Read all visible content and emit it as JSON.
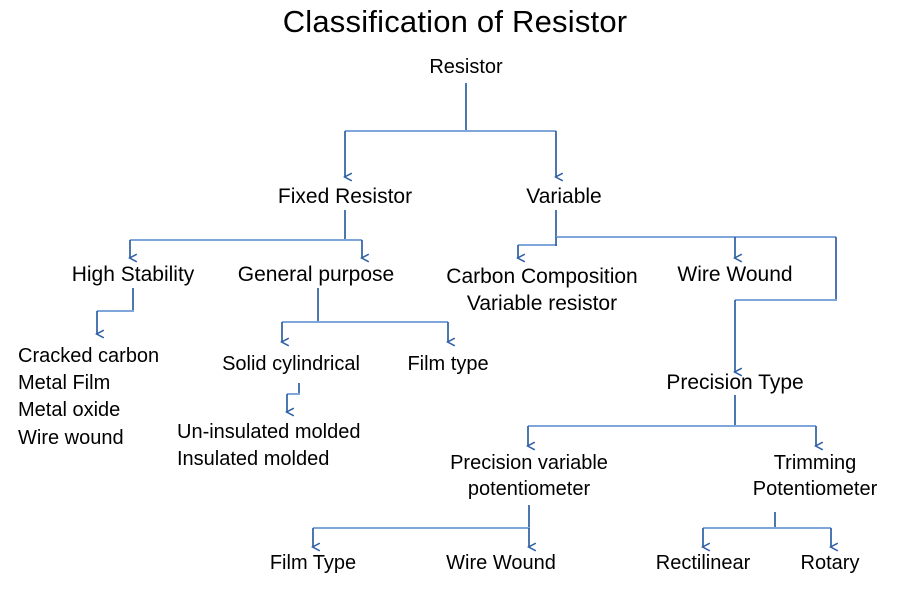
{
  "title": "Classification of Resistor",
  "colors": {
    "background": "#ffffff",
    "text": "#000000",
    "connector_vertical": "#2e5fa3",
    "connector_horizontal": "#7fa6d9",
    "arrow": "#2e5fa3"
  },
  "diagram": {
    "type": "tree",
    "root": "Resistor",
    "nodes": {
      "resistor": "Resistor",
      "fixed_resistor": "Fixed Resistor",
      "variable": "Variable",
      "high_stability": "High Stability",
      "general_purpose": "General purpose",
      "carbon_composition_line1": "Carbon Composition",
      "carbon_composition_line2": "Variable resistor",
      "wire_wound_variable": "Wire Wound",
      "cracked_carbon": "Cracked carbon",
      "metal_film": "Metal Film",
      "metal_oxide": "Metal oxide",
      "wire_wound_leaf": "Wire wound",
      "solid_cylindrical": "Solid cylindrical",
      "film_type_general": "Film type",
      "un_insulated_molded": "Un-insulated molded",
      "insulated_molded": "Insulated molded",
      "precision_type": "Precision Type",
      "precision_variable_line1": "Precision variable",
      "precision_variable_line2": "potentiometer",
      "trimming_line1": "Trimming",
      "trimming_line2": "Potentiometer",
      "film_type_bottom": "Film Type",
      "wire_wound_bottom": "Wire Wound",
      "rectilinear": "Rectilinear",
      "rotary": "Rotary"
    },
    "edges": [
      {
        "from": "resistor",
        "to": "fixed_resistor"
      },
      {
        "from": "resistor",
        "to": "variable"
      },
      {
        "from": "fixed_resistor",
        "to": "high_stability"
      },
      {
        "from": "fixed_resistor",
        "to": "general_purpose"
      },
      {
        "from": "variable",
        "to": "carbon_composition_line1"
      },
      {
        "from": "variable",
        "to": "wire_wound_variable"
      },
      {
        "from": "variable",
        "to": "precision_type"
      },
      {
        "from": "high_stability",
        "to": "cracked_carbon"
      },
      {
        "from": "general_purpose",
        "to": "solid_cylindrical"
      },
      {
        "from": "general_purpose",
        "to": "film_type_general"
      },
      {
        "from": "solid_cylindrical",
        "to": "un_insulated_molded"
      },
      {
        "from": "precision_type",
        "to": "precision_variable_line1"
      },
      {
        "from": "precision_type",
        "to": "trimming_line1"
      },
      {
        "from": "precision_variable_line1",
        "to": "film_type_bottom"
      },
      {
        "from": "precision_variable_line1",
        "to": "wire_wound_bottom"
      },
      {
        "from": "trimming_line1",
        "to": "rectilinear"
      },
      {
        "from": "trimming_line1",
        "to": "rotary"
      }
    ]
  }
}
